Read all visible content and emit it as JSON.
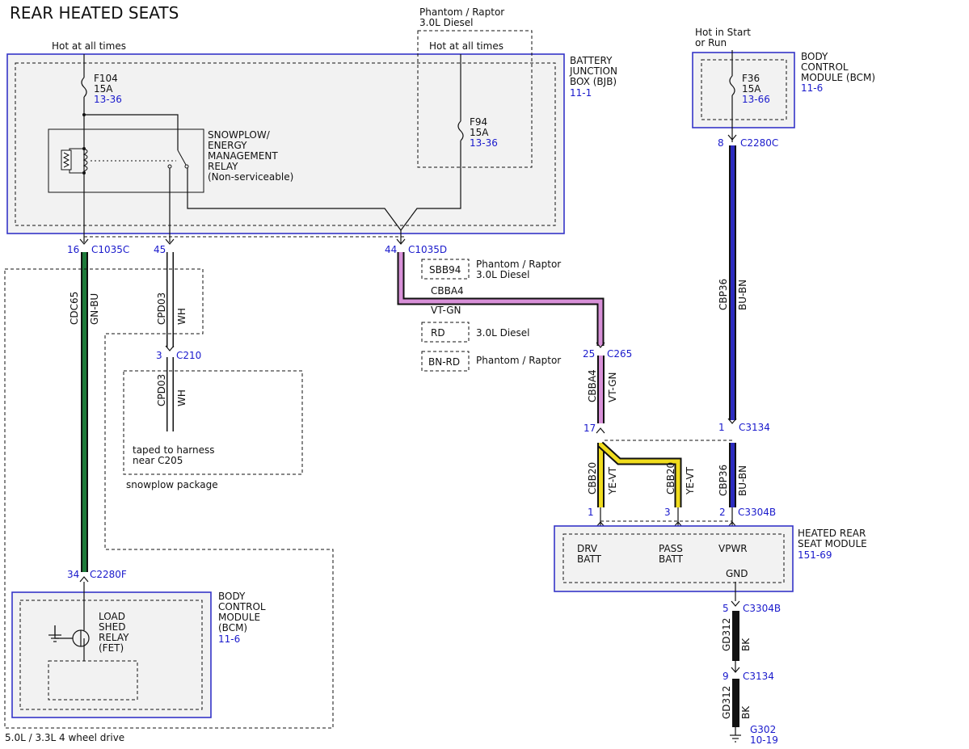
{
  "title": "REAR HEATED SEATS",
  "colors": {
    "gn_bu_core": "#1e7a3a",
    "wh_core": "#ffffff",
    "vt_gn_core": "#d890d8",
    "bu_bn_core": "#2c2cc0",
    "ye_vt_core": "#f0dc1e",
    "bk_core": "#111111",
    "module_outline": "#3535c8",
    "ref_text": "#1a1acc"
  },
  "bjb": {
    "hot_label": "Hot at all times",
    "name_lines": [
      "BATTERY",
      "JUNCTION",
      "BOX (BJB)"
    ],
    "ref": "11-1",
    "fuse_f104": {
      "name": "F104",
      "rating": "15A",
      "ref": "13-36"
    },
    "relay_lines": [
      "SNOWPLOW/",
      "ENERGY",
      "MANAGEMENT",
      "RELAY",
      "(Non-serviceable)"
    ]
  },
  "phantom_block": {
    "label_lines": [
      "Phantom / Raptor",
      "3.0L Diesel"
    ],
    "hot_label": "Hot at all times",
    "fuse_f94": {
      "name": "F94",
      "rating": "15A",
      "ref": "13-36"
    }
  },
  "bcm_top": {
    "hot_lines": [
      "Hot in Start",
      "or Run"
    ],
    "name_lines": [
      "BODY",
      "CONTROL",
      "MODULE (BCM)"
    ],
    "ref": "11-6",
    "fuse_f36": {
      "name": "F36",
      "rating": "15A",
      "ref": "13-66"
    }
  },
  "connectors": {
    "c1035c_16": {
      "pin": "16",
      "name": "C1035C"
    },
    "c1035c_45": {
      "pin": "45"
    },
    "c1035d_44": {
      "pin": "44",
      "name": "C1035D"
    },
    "c2280c_8": {
      "pin": "8",
      "name": "C2280C"
    },
    "c210_3": {
      "pin": "3",
      "name": "C210"
    },
    "c265_25": {
      "pin": "25",
      "name": "C265"
    },
    "c265_17": {
      "pin": "17"
    },
    "c3134_1": {
      "pin": "1",
      "name": "C3134"
    },
    "c3304b_1": {
      "pin": "1"
    },
    "c3304b_3": {
      "pin": "3"
    },
    "c3304b_2": {
      "pin": "2",
      "name": "C3304B"
    },
    "c2280f_34": {
      "pin": "34",
      "name": "C2280F"
    },
    "c3304b_5": {
      "pin": "5",
      "name": "C3304B"
    },
    "c3134_9": {
      "pin": "9",
      "name": "C3134"
    }
  },
  "wires": {
    "cdc65": {
      "circuit": "CDC65",
      "color": "GN-BU"
    },
    "cpd03_a": {
      "circuit": "CPD03",
      "color": "WH"
    },
    "cpd03_b": {
      "circuit": "CPD03",
      "color": "WH"
    },
    "cbba4_h": {
      "circuit": "CBBA4",
      "color": "VT-GN"
    },
    "cbba4_v": {
      "circuit": "CBBA4",
      "color": "VT-GN"
    },
    "cbp36_top": {
      "circuit": "CBP36",
      "color": "BU-BN"
    },
    "cbp36_bot": {
      "circuit": "CBP36",
      "color": "BU-BN"
    },
    "cbb20_drv": {
      "circuit": "CBB20",
      "color": "YE-VT"
    },
    "cbb20_pass": {
      "circuit": "CBB20",
      "color": "YE-VT"
    },
    "gd312_a": {
      "circuit": "GD312",
      "color": "BK"
    },
    "gd312_b": {
      "circuit": "GD312",
      "color": "BK"
    }
  },
  "variants": {
    "sbb94": {
      "code": "SBB94",
      "desc_lines": [
        "Phantom / Raptor",
        "3.0L Diesel"
      ]
    },
    "rd": {
      "code": "RD",
      "desc": "3.0L Diesel"
    },
    "bn_rd": {
      "code": "BN-RD",
      "desc": "Phantom / Raptor"
    }
  },
  "snowplow": {
    "taped_lines": [
      "taped to harness",
      "near C205"
    ],
    "package_label": "snowplow package"
  },
  "bcm_bottom": {
    "relay_lines": [
      "LOAD",
      "SHED",
      "RELAY",
      "(FET)"
    ],
    "name_lines": [
      "BODY",
      "CONTROL",
      "MODULE",
      "(BCM)"
    ],
    "ref": "11-6"
  },
  "drive_label": "5.0L / 3.3L 4 wheel drive",
  "heated_rear_module": {
    "name_lines": [
      "HEATED REAR",
      "SEAT MODULE"
    ],
    "ref": "151-69",
    "drv_lines": [
      "DRV",
      "BATT"
    ],
    "pass_lines": [
      "PASS",
      "BATT"
    ],
    "vpwr": "VPWR",
    "gnd": "GND"
  },
  "ground": {
    "name": "G302",
    "ref": "10-19"
  }
}
